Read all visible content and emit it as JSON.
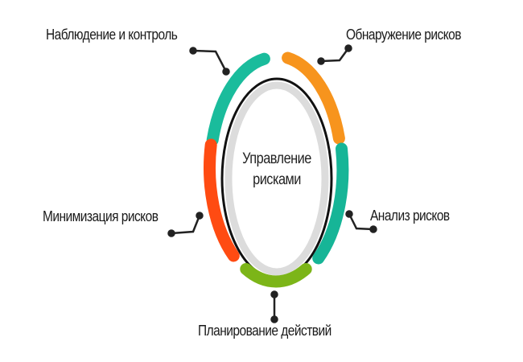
{
  "diagram": {
    "title": "Управление рисками",
    "center": {
      "line1": "Управление",
      "line2": "рисками"
    },
    "stages": [
      {
        "id": "monitoring",
        "label": "Наблюдение и контроль",
        "color": "#1abc9c"
      },
      {
        "id": "identification",
        "label": "Обнаружение  рисков",
        "color": "#f7941d"
      },
      {
        "id": "analysis",
        "label": "Анализ рисков",
        "color": "#16b597"
      },
      {
        "id": "planning",
        "label": "Планирование действий",
        "color": "#7cb518"
      },
      {
        "id": "mitigation",
        "label": "Минимизация рисков",
        "color": "#ff4b12"
      }
    ],
    "colors": {
      "inner_ring": "#dcdcdc",
      "inner_outline": "#111111",
      "connector": "#222222"
    }
  }
}
